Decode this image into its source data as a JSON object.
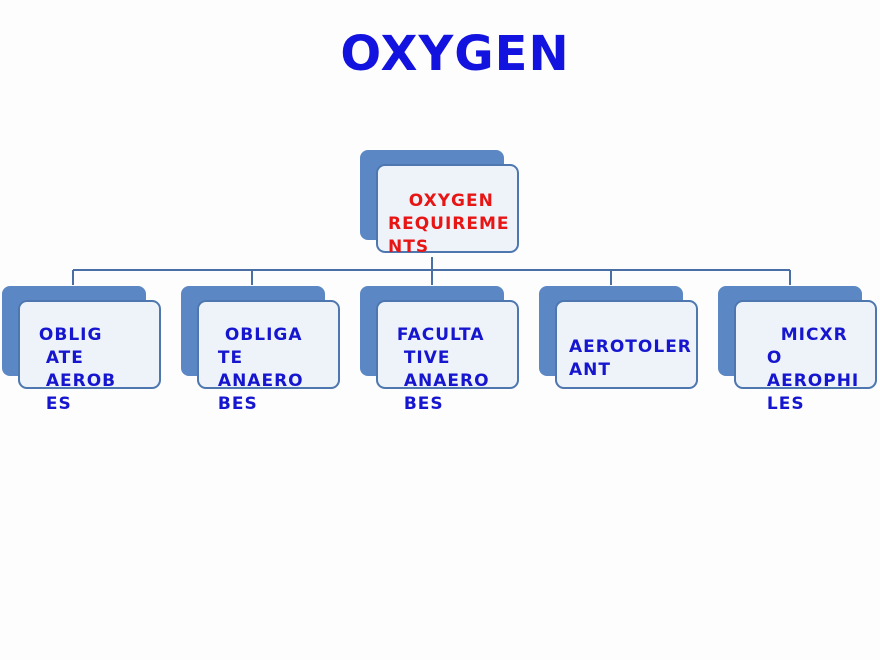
{
  "title": "OXYGEN",
  "colors": {
    "title": "#1313e0",
    "root_text": "#e81515",
    "child_text": "#1616cf",
    "back_box": "#5b87c4",
    "front_fill": "#eef3fa",
    "front_border": "#4e77b0",
    "connector": "#4a6fa5"
  },
  "root": {
    "label": "OXYGEN REQUIREMENTS",
    "lines": [
      "   OXYGEN",
      "REQUIREME",
      "NTS"
    ]
  },
  "children": [
    {
      "label": "OBLIGATE AEROBES",
      "lines": [
        " OBLIG",
        "  ATE",
        "  AEROB",
        "  ES"
      ]
    },
    {
      "label": "OBLIGATE ANAEROBES",
      "lines": [
        "  OBLIGA",
        " TE",
        " ANAERO",
        " BES"
      ]
    },
    {
      "label": "FACULTATIVE ANAEROBES",
      "lines": [
        " FACULTA",
        "  TIVE",
        "  ANAERO",
        "  BES"
      ]
    },
    {
      "label": "AEROTOLERANT",
      "lines": [
        "AEROTOLER",
        "ANT"
      ]
    },
    {
      "label": "MICXRO AEROPHILES",
      "lines": [
        "   MICXR",
        " O",
        " AEROPHI",
        " LES"
      ]
    }
  ]
}
